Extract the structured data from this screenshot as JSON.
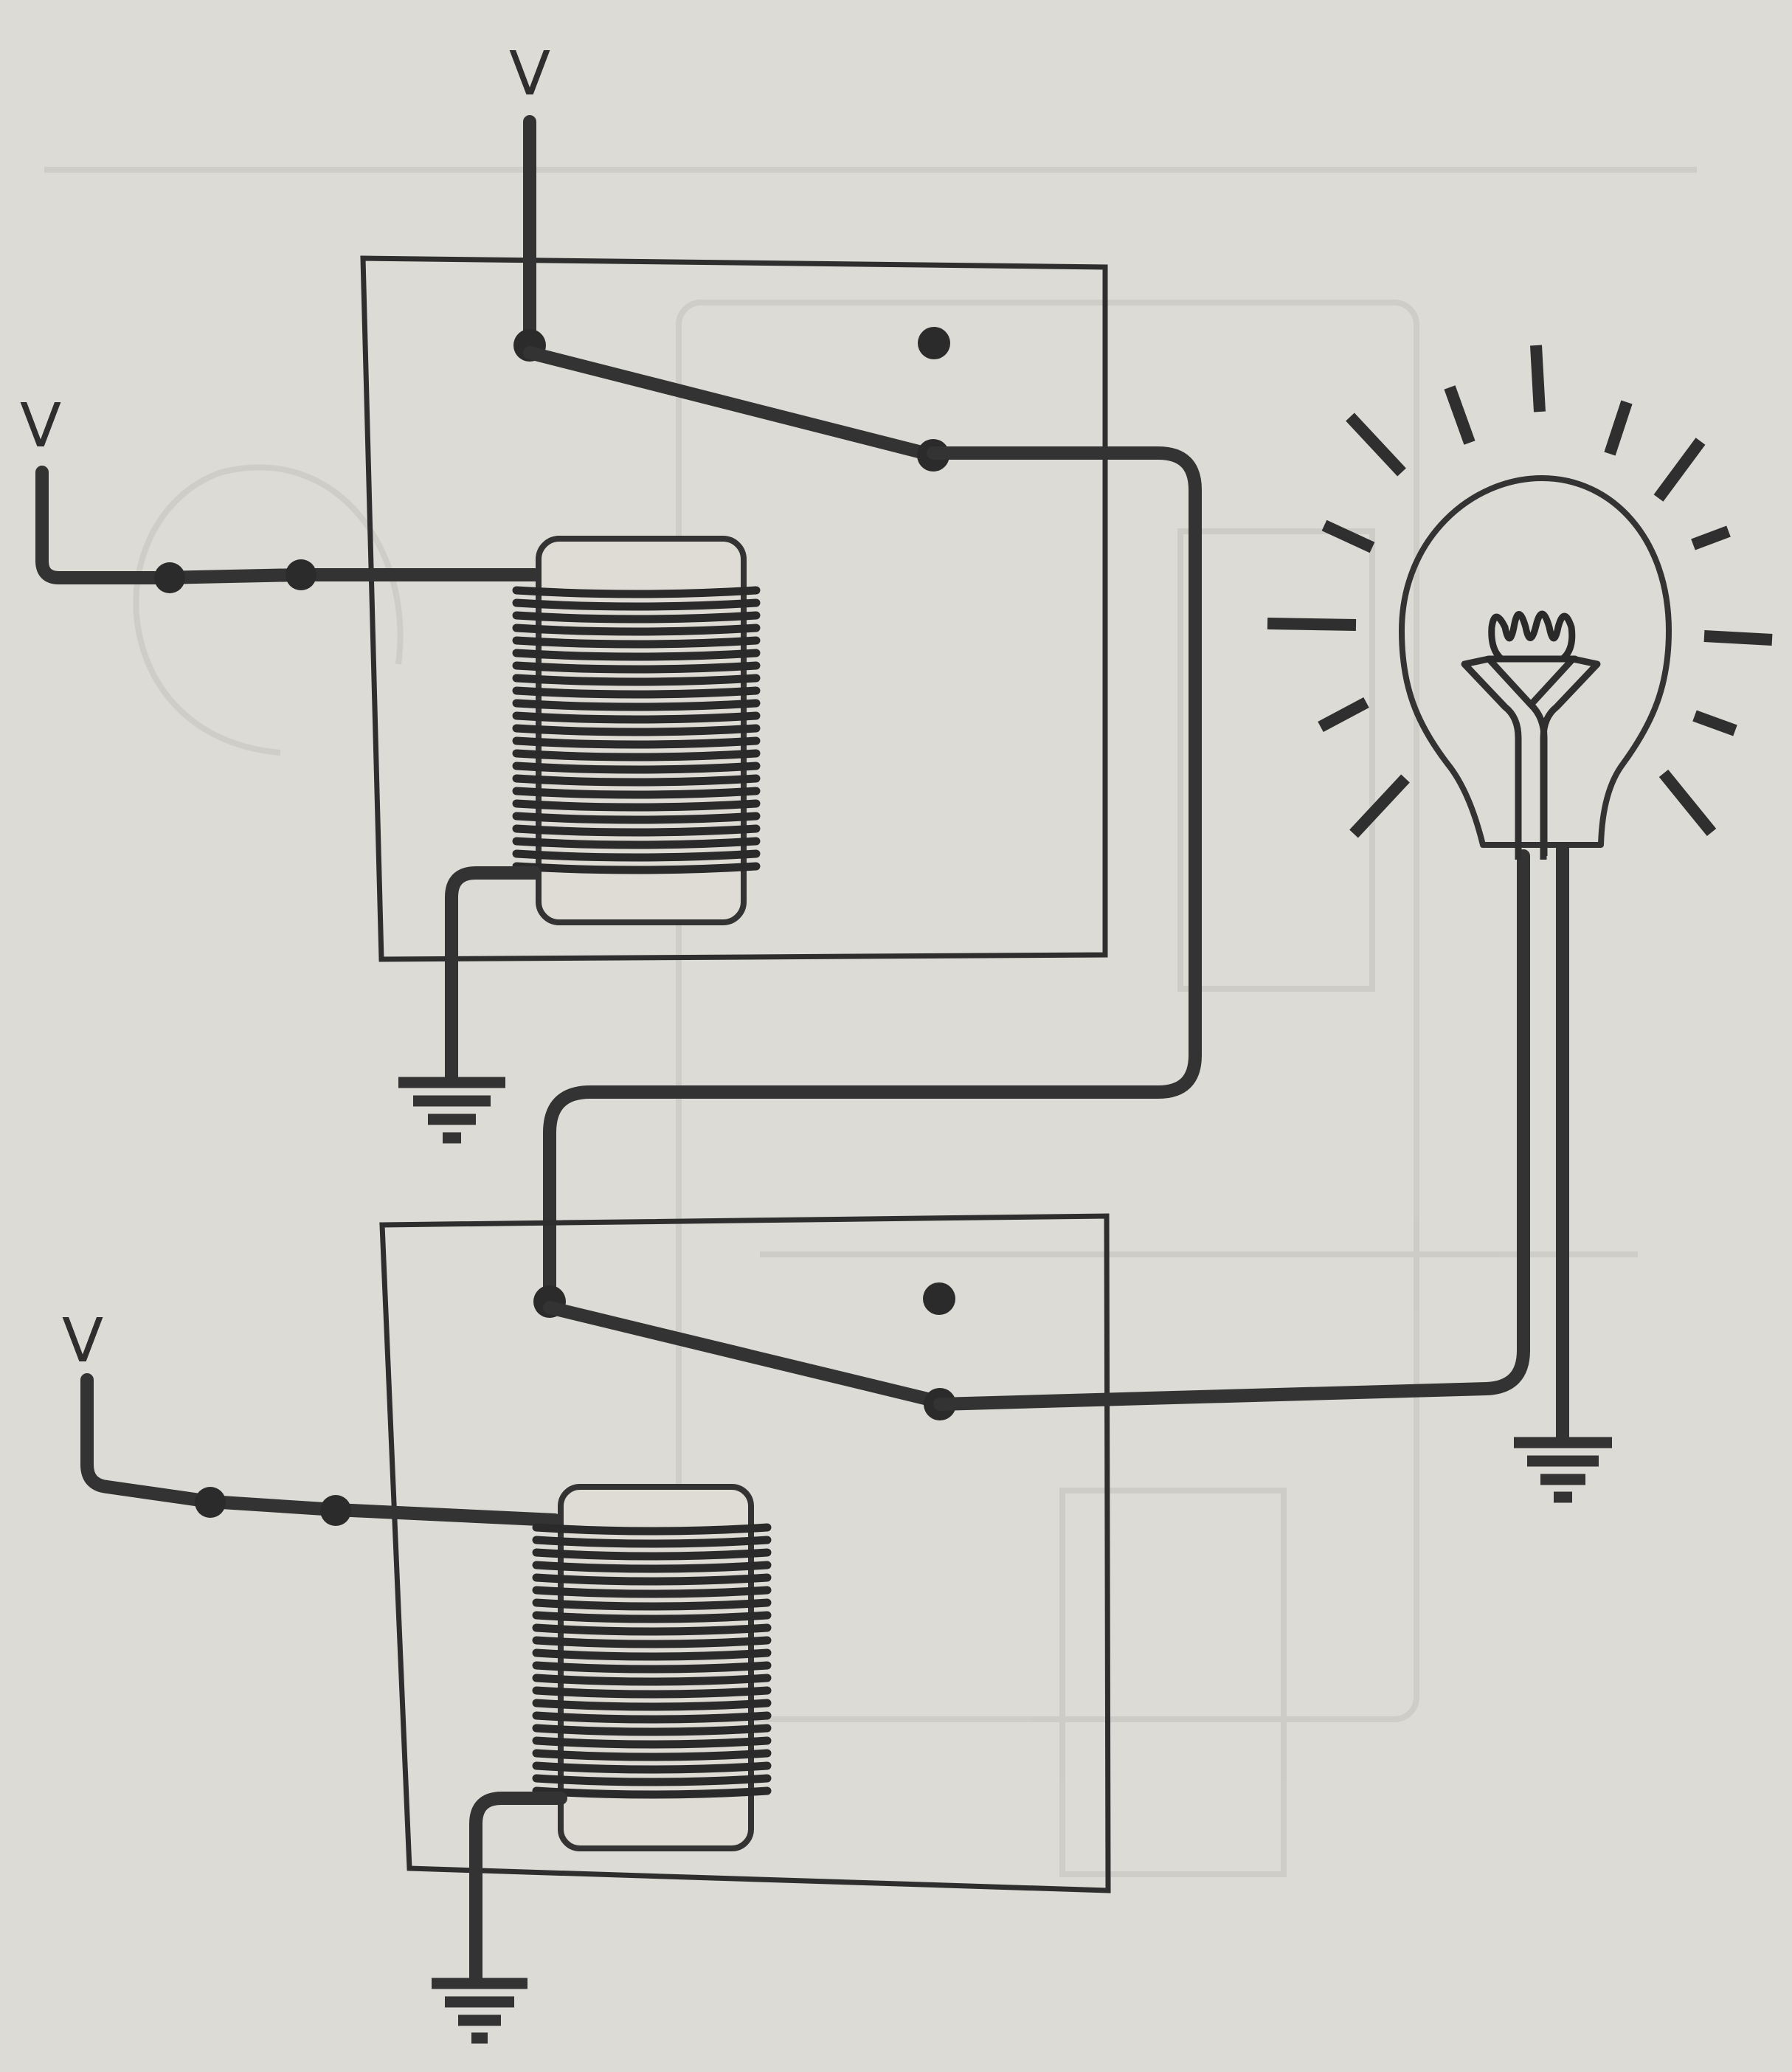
{
  "diagram": {
    "supply_labels": {
      "top": "V",
      "relay1_switch": "V",
      "relay2_switch": "V"
    },
    "colors": {
      "paper": "#dcdbd5",
      "ink": "#333333"
    },
    "components": [
      "relay-top",
      "relay-bottom",
      "light-bulb",
      "ground-symbol",
      "push-switch",
      "coil-icon"
    ]
  }
}
